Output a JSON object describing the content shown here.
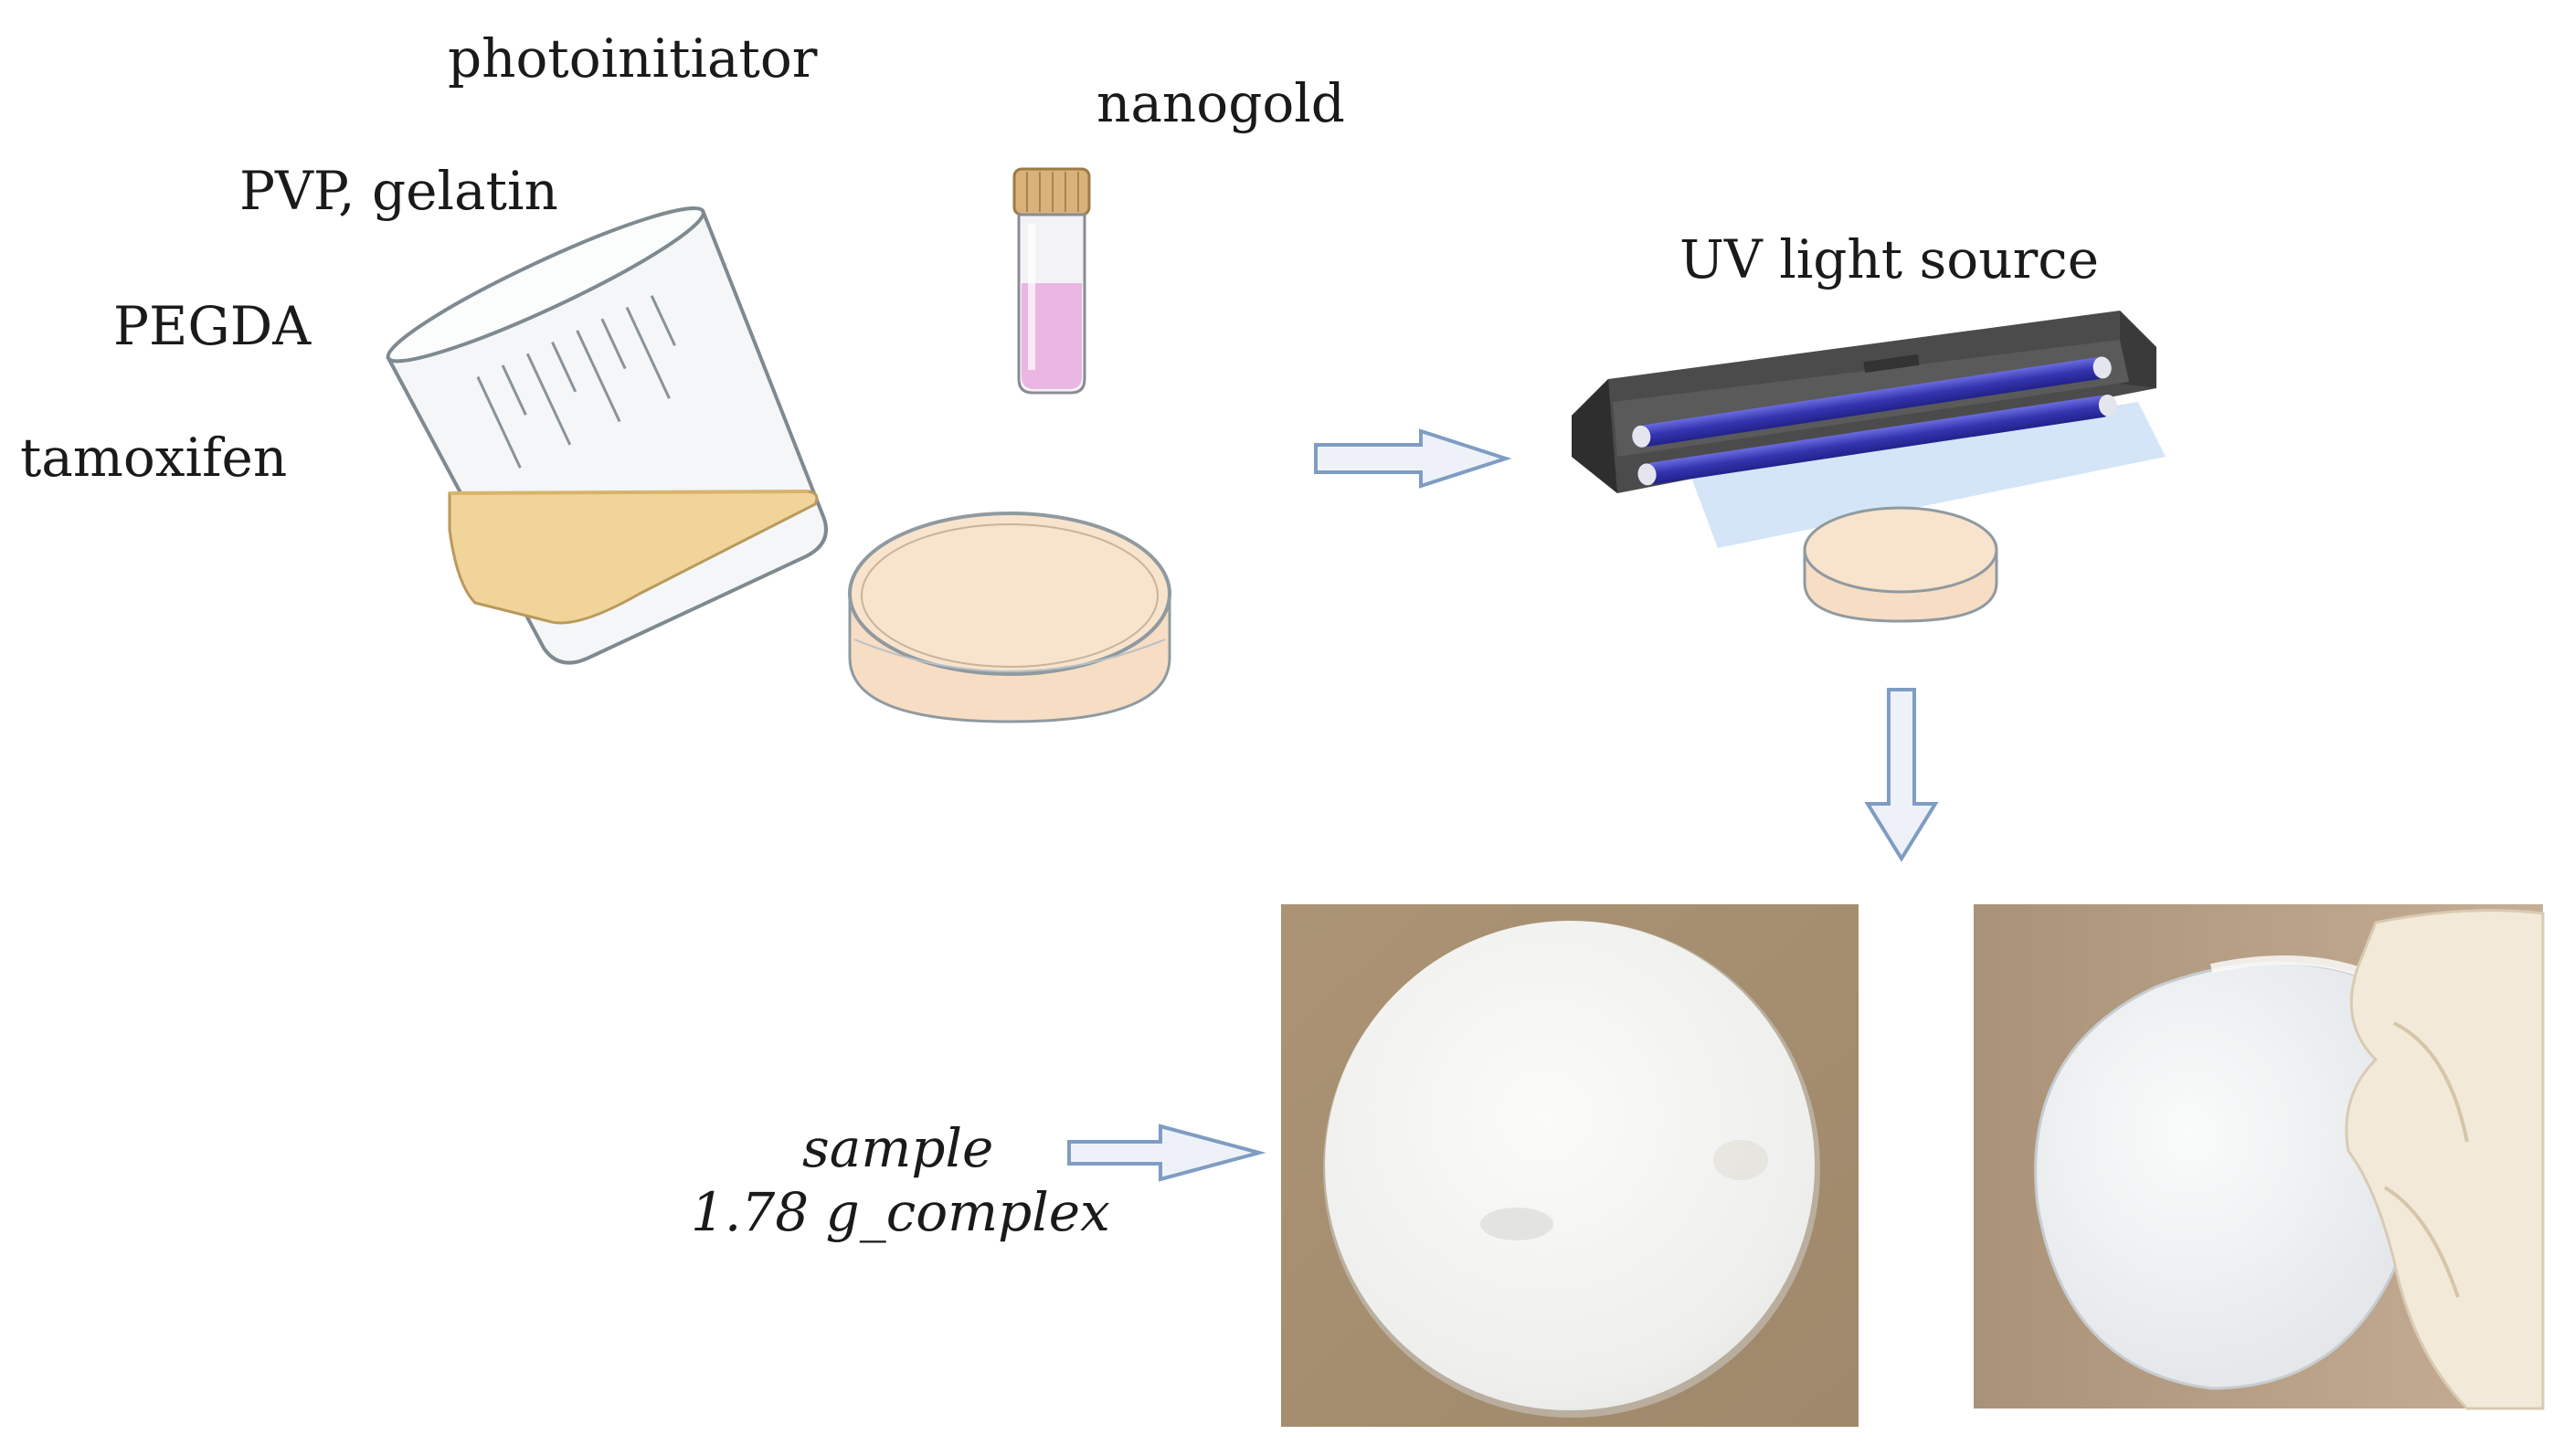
{
  "ingredients": {
    "photoinitiator": "photoinitiator",
    "pvp_gelatin": "PVP, gelatin",
    "pegda": "PEGDA",
    "tamoxifen": "tamoxifen",
    "nanogold": "nanogold"
  },
  "uv_label": "UV light source",
  "sample": {
    "line1": "sample",
    "line2": "1.78 g_complex"
  },
  "colors": {
    "arrow_stroke": "#7f9cc3",
    "arrow_fill": "#eef2f8",
    "liquid": "#f1d49a",
    "dish_fill": "#f8e3cc",
    "vial_liquid": "#e9b7e2",
    "cap": "#d8b27a",
    "uv_tube": "#3a3ab8",
    "uv_glow": "#c6dcf4",
    "lamp_body": "#4b4b4b",
    "photo_bg": "#a58e72",
    "disc": "#f1f2ef"
  },
  "icons": [
    "beaker-icon",
    "vial-icon",
    "petri-dish-icon",
    "uv-lamp-icon",
    "arrow-right-icon",
    "arrow-down-icon"
  ]
}
